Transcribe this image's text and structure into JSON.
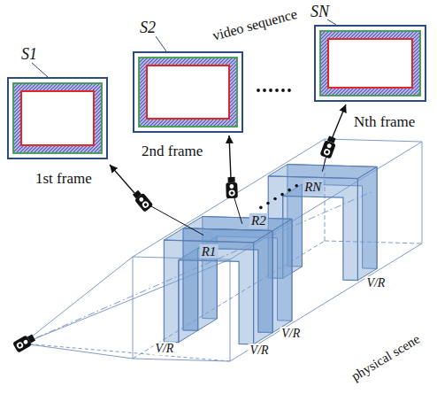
{
  "diagram": {
    "nodes": [
      {
        "text": [
          "S1",
          "1st frame"
        ]
      },
      {
        "text": [
          "S2",
          "2nd frame"
        ]
      },
      {
        "text": [
          "SN",
          "Nth frame"
        ]
      }
    ],
    "labels": [
      "video sequence",
      "R1",
      "R2",
      "RN",
      "V/R",
      "V/R",
      "V/R",
      "V/R",
      "physical scene"
    ]
  }
}
